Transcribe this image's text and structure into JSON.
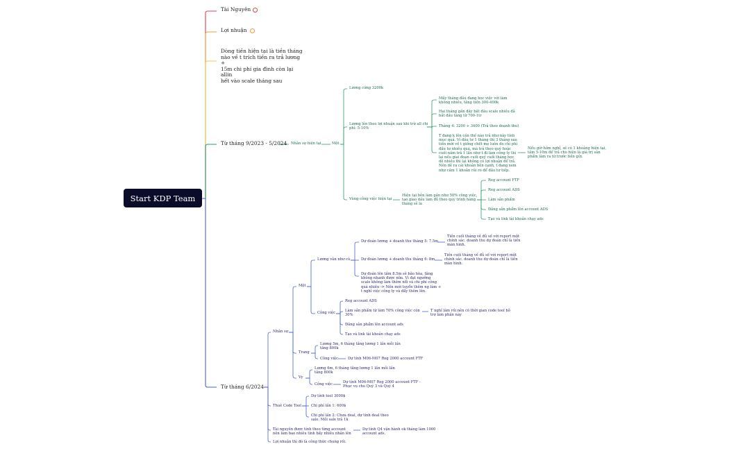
{
  "root": "Start KDP Team",
  "colors": {
    "red": "#e0414b",
    "orange": "#f09a3a",
    "yellow": "#f2c94c",
    "green": "#2e9d6a",
    "blue": "#4a5fd6",
    "root_bg": "#0b0b2a"
  },
  "icons": {
    "tai_nguyen": "plus-circle-icon",
    "loi_nhuan": "plus-circle-icon"
  },
  "top": {
    "tai_nguyen": "Tài Nguyên",
    "loi_nhuan": "Lợi nhuận",
    "dong_tien": "Dòng tiền hiện tại là tiền tháng\nnào về t trích tiền ra trả lương +\n15m chi phí gia đình còn lại allin\nhết vào scale tháng sau",
    "tu_2023": "Từ tháng 9/2023 - 5/2024",
    "tu_2024": "Từ tháng 6/2024"
  },
  "g": {
    "nhan_su": "Nhân sự hiện tại",
    "mot": "Một",
    "luong_cung": "Lương cứng 3200k",
    "luong_len": "Lương lên theo lợi nhuận sau khi trừ all chi\nphí: 5-10%",
    "may_thang": "Mấy tháng đầu đang học việc với làm\nkhông nhiều, tăng tiền 300-400k",
    "hai_thang": "Hai tháng gần đây bắt đầu scale nhiều đã\nbắt đầu tăng từ 700-1tr",
    "thang4": "Tháng 4: 3200 + 3400 (Trả theo doanh thu)",
    "t_dang": "T đang k lên cần thế nào trả như này tính\nmục quả. Vì đầu tư 1 tháng thì 3 tháng sau\ntiền mới về t giống chết mẹ luôn do chi phí\nđầu tư nhiều quá, mà trả theo quý hoặc\ncuối năm trả 1 lần như t đi làm công ty thì\nlại nếu giai đoạn cuối quý cuối tháng học\ndẽ nhiều thì lại không có lợi nhuận để trả.\nNên dễ ra cái khoản bên cạnh, t đang xem\nnhư cầm 1 khoản rủi ro để đầu tư tiếp.",
    "neu_gio": "Nếu giờ hôm nghỉ, sẽ có 1 khoảng hiện tại,\ntầm 5-10m để trả cho hiện là giá trị sản\nphẩm làm ra từ trước tiền gửi.",
    "vung": "Vùng công việc hiện tại",
    "hien_tai": "Hiện tại bên làm gần như 50% công việc,\ntạo giao dầu làm đủ theo quy trình hàng\ntháng sẽ là",
    "reg_ftf": "Reg account FTF",
    "reg_ads": "Reg account ADS",
    "lam_sp": "Làm sản phẩm",
    "dang_sp": "Đăng sản phẩm lên account ADS",
    "tao_link": "Tạo và link tài khoản chạy ads"
  },
  "b": {
    "nhan_su": "Nhân sự",
    "mot": "Một",
    "luong_van": "Lương vẫn như cũ",
    "du_5": "Dự đoán lương + doanh thu tháng 5: 7.5m",
    "tien5": "Tiền cuối tháng về đủ số với report một\nchính sác. doanh thu dự đoán chỉ là tiền\nmàn hình.",
    "du_6": "Dự đoán lương + doanh thu tháng 6: 8m",
    "tien6": "Tiền cuối tháng về đủ số với report một\nchính sác. doanh thu dự đoán chỉ là tiền\nmàn hình.",
    "du_len": "Dự đoán lên tầm 8.5m sẽ bão hòa, tăng\nkhông nhanh được nữa. Vì đạt ngưỡng\nscale không làm thêm nổi và chi phí công\nquá nhiều -> Nên mới tuyển thêm ng làm +\nt nghỉ việc công ty và đẩy thêm lên.",
    "cong_viec": "Công việc",
    "reg_ads": "Reg account ADS",
    "lam_sp": "Làm sản phẩm từ làm 70% công việc còn\n30%",
    "t_nghi": "T nghĩ làm rồi nên có thời gian code tool hỗ\ntrợ làm phần này",
    "dang_sp": "Đăng sản phẩm lên account ads",
    "tao_link": "Tạo và link tài khoản chạy ads",
    "trang": "Trang",
    "luong_5m": "Lương 5m, 6 tháng tăng lương 1 lần mỗi lần\ntăng 800k",
    "cv_trang": "Công việc",
    "du_tinh_ftf": "Dự tính M06-M07 Reg 2000 account FTF",
    "vy": "Vy",
    "luong_6m": "Lương 6m, 6 tháng tăng lương 1 lần mỗi lần\ntăng 800k",
    "cv_vy": "Công việc",
    "du_tinh_vy": "Dự tính M06-M07 Reg 2000 account FTF -\nPhục vụ cho Quý 3 và Quý 4",
    "thue_code": "Thuê Code Tool",
    "du_tinh_tool": "Dự tính tool 3000$",
    "chi_phi1": "Chi phí lần 1: 600$",
    "chi_phi2": "Chi phí lần 2: Chưa deal, dự tính deal theo\nsale. Mỗi sale trả 1k",
    "tai_nguyen": "Tài nguyên được tính theo từng account\nnên làm bao nhiêu tính bấy nhiêu nhân lên",
    "du_tinh_q4": "Dự tính Q4 vận hành ok tháng làm 1000\naccount ads.",
    "loi_nhuan": "Lợi nhuận thì đó là công thức chung rồi."
  }
}
